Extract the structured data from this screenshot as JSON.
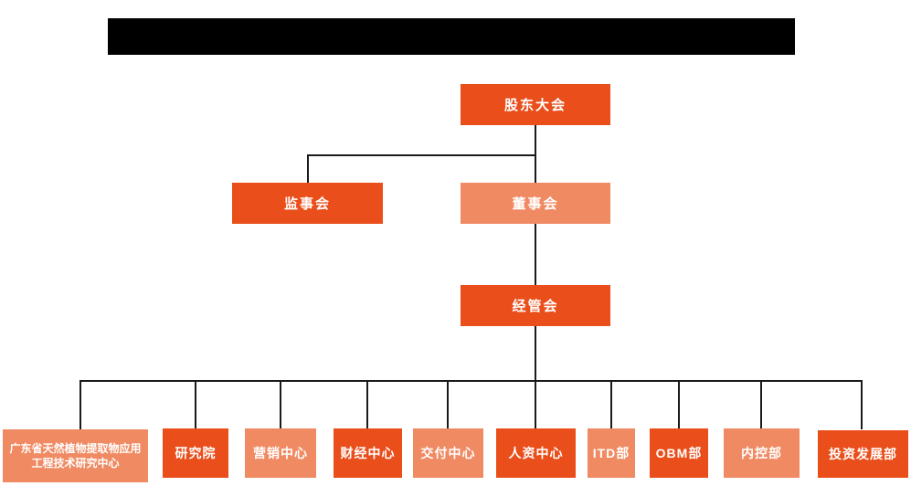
{
  "colors": {
    "primary": "#E94E1B",
    "secondary": "#F08A62",
    "connector": "#1A1A1A",
    "text": "#FFFFFF",
    "redaction": "#000000",
    "background": "#FFFFFF"
  },
  "org_chart": {
    "root": {
      "label": "股东大会"
    },
    "supervisory_board": {
      "label": "监事会"
    },
    "board_of_directors": {
      "label": "董事会"
    },
    "management_committee": {
      "label": "经管会"
    },
    "departments": [
      {
        "label": "广东省天然植物提取物应用工程技术研究中心"
      },
      {
        "label": "研究院"
      },
      {
        "label": "营销中心"
      },
      {
        "label": "财经中心"
      },
      {
        "label": "交付中心"
      },
      {
        "label": "人资中心"
      },
      {
        "label": "ITD部"
      },
      {
        "label": "OBM部"
      },
      {
        "label": "内控部"
      },
      {
        "label": "投资发展部"
      }
    ]
  }
}
